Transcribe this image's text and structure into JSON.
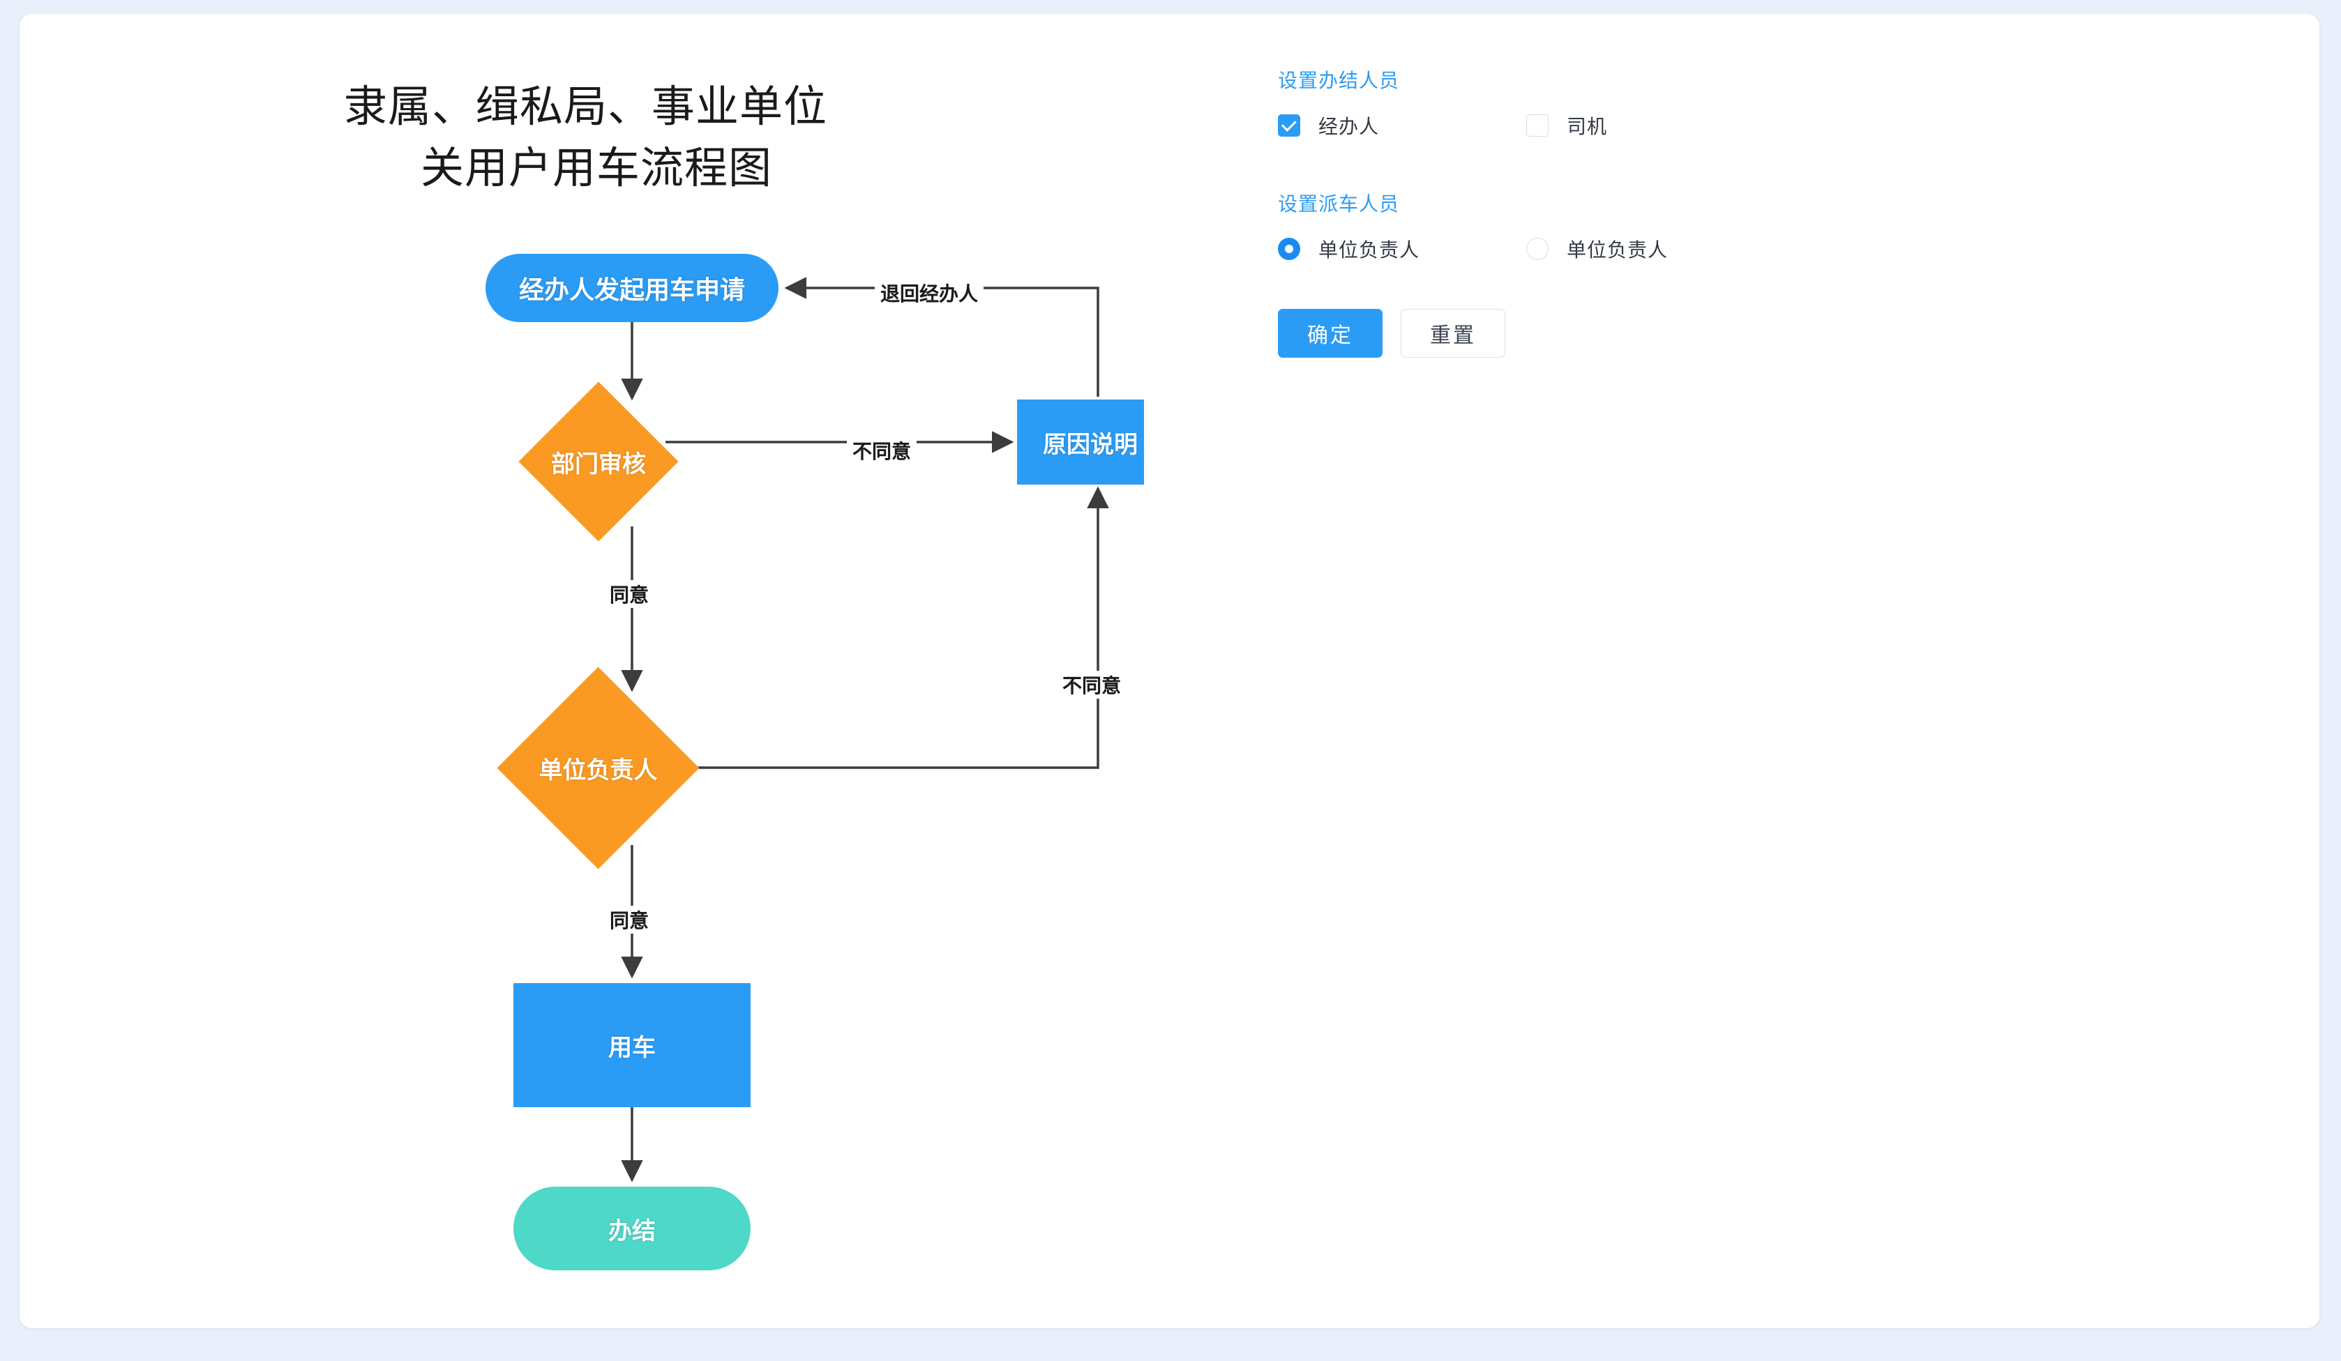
{
  "page": {
    "background_color": "#eaf0fb",
    "card_background": "#ffffff"
  },
  "flowchart": {
    "title_line1": "隶属、缉私局、事业单位",
    "title_line2": "关用户用车流程图",
    "colors": {
      "blue": "#2a9cf5",
      "orange": "#fa9a22",
      "teal": "#4ed8c8",
      "line": "#3c3c3c"
    },
    "nodes": [
      {
        "id": "start",
        "label": "经办人发起用车申请",
        "shape": "rounded-pill",
        "color": "#2a9cf5"
      },
      {
        "id": "dept",
        "label": "部门审核",
        "shape": "diamond",
        "color": "#fa9a22"
      },
      {
        "id": "reason",
        "label": "原因说明",
        "shape": "rectangle",
        "color": "#2a9cf5"
      },
      {
        "id": "leader",
        "label": "单位负责人",
        "shape": "diamond",
        "color": "#fa9a22"
      },
      {
        "id": "usecar",
        "label": "用车",
        "shape": "rectangle",
        "color": "#2a9cf5"
      },
      {
        "id": "finish",
        "label": "办结",
        "shape": "rounded-pill",
        "color": "#4ed8c8"
      }
    ],
    "edges": [
      {
        "from": "start",
        "to": "dept",
        "label": ""
      },
      {
        "from": "dept",
        "to": "reason",
        "label": "不同意"
      },
      {
        "from": "dept",
        "to": "leader",
        "label": "同意"
      },
      {
        "from": "reason",
        "to": "start",
        "label": "退回经办人"
      },
      {
        "from": "leader",
        "to": "reason",
        "label": "不同意"
      },
      {
        "from": "leader",
        "to": "usecar",
        "label": "同意"
      },
      {
        "from": "usecar",
        "to": "finish",
        "label": ""
      }
    ],
    "edge_labels": {
      "return_to_handler": "退回经办人",
      "disagree_dept": "不同意",
      "disagree_leader": "不同意",
      "agree_dept": "同意",
      "agree_leader": "同意"
    }
  },
  "settings": {
    "handler_section": {
      "title": "设置办结人员",
      "options": [
        {
          "label": "经办人",
          "checked": true
        },
        {
          "label": "司机",
          "checked": false
        }
      ]
    },
    "dispatch_section": {
      "title": "设置派车人员",
      "options": [
        {
          "label": "单位负责人",
          "selected": true
        },
        {
          "label": "单位负责人",
          "selected": false
        }
      ]
    },
    "buttons": {
      "confirm": "确定",
      "reset": "重置"
    },
    "accent_color": "#2a9cf5"
  }
}
